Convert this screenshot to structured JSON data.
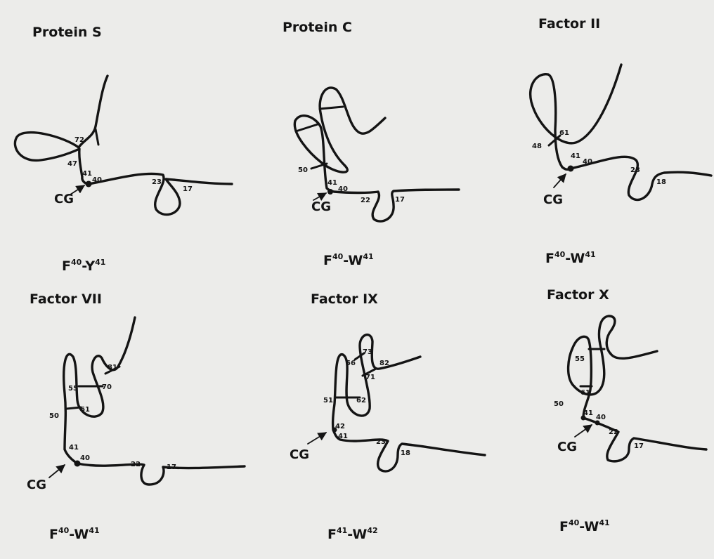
{
  "panels": [
    {
      "title": "Protein S",
      "cg_label": "CG",
      "residues": [
        "72",
        "47",
        "41",
        "40",
        "23",
        "17"
      ],
      "caption": {
        "a": "F",
        "a_sup": "40",
        "sep": "-",
        "b": "Y",
        "b_sup": "41"
      }
    },
    {
      "title": "Protein C",
      "cg_label": "CG",
      "residues": [
        "50",
        "41",
        "40",
        "22",
        "17"
      ],
      "caption": {
        "a": "F",
        "a_sup": "40",
        "sep": "-",
        "b": "W",
        "b_sup": "41"
      }
    },
    {
      "title": "Factor II",
      "cg_label": "CG",
      "residues": [
        "61",
        "48",
        "41",
        "40",
        "23",
        "18"
      ],
      "caption": {
        "a": "F",
        "a_sup": "40",
        "sep": "-",
        "b": "W",
        "b_sup": "41"
      }
    },
    {
      "title": "Factor VII",
      "cg_label": "CG",
      "residues": [
        "81",
        "55",
        "70",
        "61",
        "50",
        "41",
        "40",
        "22",
        "17"
      ],
      "caption": {
        "a": "F",
        "a_sup": "40",
        "sep": "-",
        "b": "W",
        "b_sup": "41"
      }
    },
    {
      "title": "Factor IX",
      "cg_label": "CG",
      "residues": [
        "73",
        "56",
        "82",
        "71",
        "51",
        "62",
        "42",
        "41",
        "23",
        "18"
      ],
      "caption": {
        "a": "F",
        "a_sup": "41",
        "sep": "-",
        "b": "W",
        "b_sup": "42"
      }
    },
    {
      "title": "Factor X",
      "cg_label": "CG",
      "residues": [
        "55",
        "61",
        "50",
        "41",
        "40",
        "22",
        "17"
      ],
      "caption": {
        "a": "F",
        "a_sup": "40",
        "sep": "-",
        "b": "W",
        "b_sup": "41"
      }
    }
  ]
}
